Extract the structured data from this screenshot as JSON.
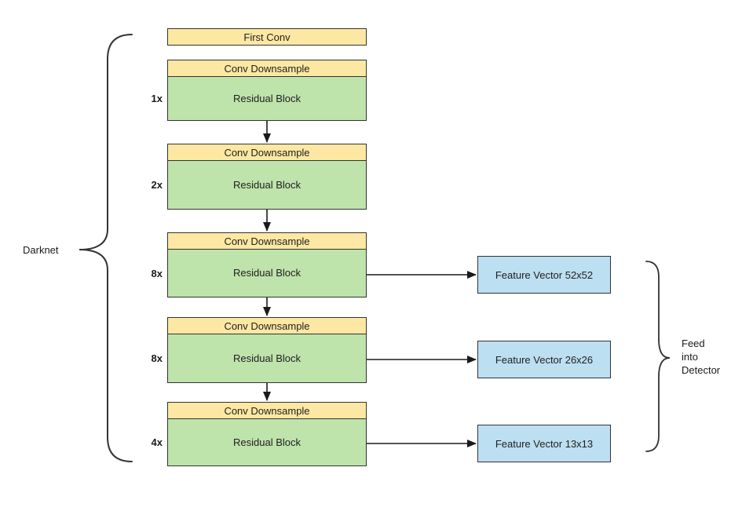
{
  "diagram": {
    "first_conv_label": "First Conv",
    "left_brace_label": "Darknet",
    "right_brace_label": "Feed\ninto\nDetector",
    "blocks": [
      {
        "multiplier": "1x",
        "header": "Conv Downsample",
        "body": "Residual Block"
      },
      {
        "multiplier": "2x",
        "header": "Conv Downsample",
        "body": "Residual Block"
      },
      {
        "multiplier": "8x",
        "header": "Conv Downsample",
        "body": "Residual Block"
      },
      {
        "multiplier": "8x",
        "header": "Conv Downsample",
        "body": "Residual Block"
      },
      {
        "multiplier": "4x",
        "header": "Conv Downsample",
        "body": "Residual Block"
      }
    ],
    "feature_vectors": [
      {
        "label": "Feature Vector 52x52"
      },
      {
        "label": "Feature Vector 26x26"
      },
      {
        "label": "Feature Vector 13x13"
      }
    ],
    "colors": {
      "conv_fill": "#fce8a2",
      "residual_fill": "#bee3ab",
      "feature_fill": "#bcdff2",
      "stroke": "#333333",
      "text": "#212121"
    }
  }
}
